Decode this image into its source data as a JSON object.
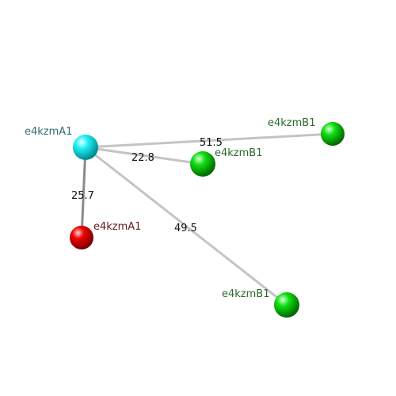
{
  "nodes": [
    {
      "id": "a_cyan",
      "label": "e4kzmA1",
      "color": "#00e5ee",
      "label_color": "#2f6f73"
    },
    {
      "id": "a_red",
      "label": "e4kzmA1",
      "color": "#ee0000",
      "label_color": "#6a1a1a"
    },
    {
      "id": "b_mid",
      "label": "e4kzmB1",
      "color": "#00dd00",
      "label_color": "#2d6a2d"
    },
    {
      "id": "b_right",
      "label": "e4kzmB1",
      "color": "#00dd00",
      "label_color": "#2d6a2d"
    },
    {
      "id": "b_low",
      "label": "e4kzmB1",
      "color": "#00dd00",
      "label_color": "#2d6a2d"
    }
  ],
  "edges": [
    {
      "from": "a_cyan",
      "to": "b_right",
      "label": "51.5"
    },
    {
      "from": "a_cyan",
      "to": "b_mid",
      "label": "22.8"
    },
    {
      "from": "a_cyan",
      "to": "a_red",
      "label": "25.7"
    },
    {
      "from": "a_cyan",
      "to": "b_low",
      "label": "49.5"
    }
  ]
}
